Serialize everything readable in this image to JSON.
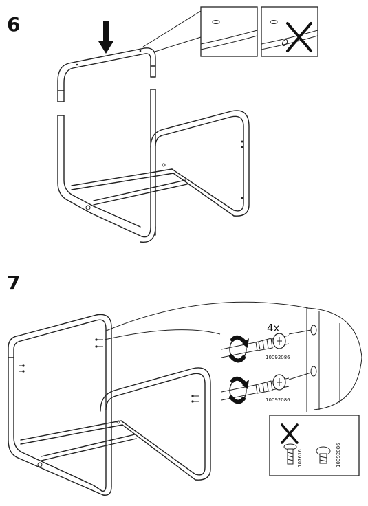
{
  "steps": [
    {
      "number": "6"
    },
    {
      "number": "7"
    }
  ],
  "step7": {
    "quantity": "4x",
    "part_number": "10092086",
    "wrong_part_number": "107616"
  }
}
